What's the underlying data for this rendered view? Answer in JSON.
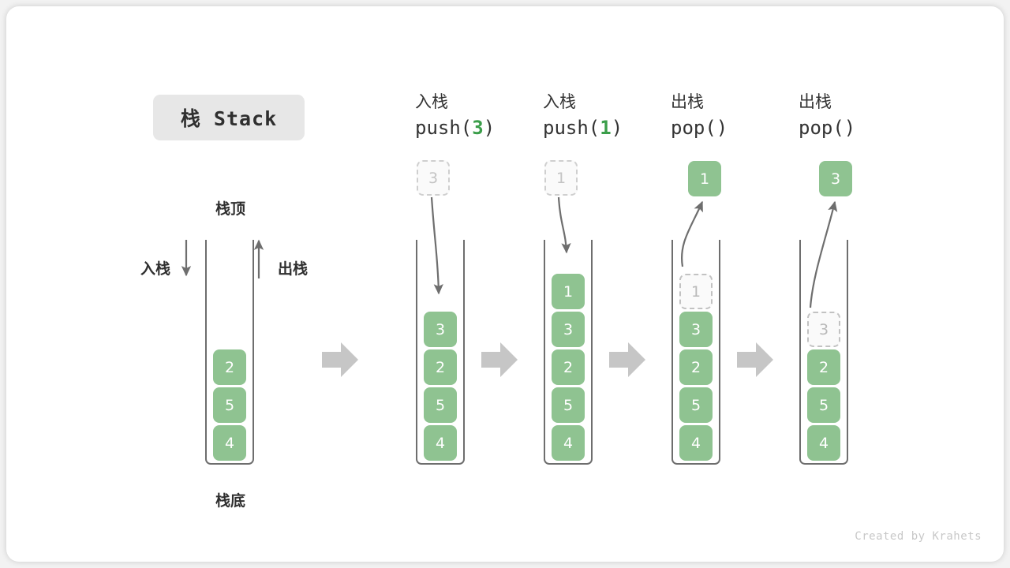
{
  "figure": {
    "title": "栈 Stack",
    "credit": "Created by Krahets",
    "colors": {
      "item_fill": "#8fc391",
      "item_text": "#ffffff",
      "ghost_fill": "#fafafa",
      "ghost_border": "#c2c2c2",
      "ghost_text": "#b9b9b9",
      "container_stroke": "#6e6e6e",
      "arrow_gray": "#c6c6c6",
      "accent_green": "#3b9e4a",
      "badge_bg": "#e7e7e7"
    }
  },
  "labels": {
    "top": "栈顶",
    "bottom": "栈底",
    "push_side": "入栈",
    "pop_side": "出栈"
  },
  "steps": [
    {
      "id": "initial",
      "op_label": "",
      "fn_prefix": "",
      "fn_arg": "",
      "fn_suffix": "",
      "items": [
        "2",
        "5",
        "4"
      ],
      "float": null
    },
    {
      "id": "push-3",
      "op_label": "入栈",
      "fn_prefix": "push(",
      "fn_arg": "3",
      "fn_suffix": ")",
      "items": [
        "3",
        "2",
        "5",
        "4"
      ],
      "float": {
        "value": "3",
        "style": "ghost",
        "direction": "down"
      }
    },
    {
      "id": "push-1",
      "op_label": "入栈",
      "fn_prefix": "push(",
      "fn_arg": "1",
      "fn_suffix": ")",
      "items": [
        "1",
        "3",
        "2",
        "5",
        "4"
      ],
      "float": {
        "value": "1",
        "style": "ghost",
        "direction": "down"
      }
    },
    {
      "id": "pop-1",
      "op_label": "出栈",
      "fn_prefix": "pop(",
      "fn_arg": "",
      "fn_suffix": ")",
      "items": [
        "1",
        "3",
        "2",
        "5",
        "4"
      ],
      "ghost_index": 0,
      "float": {
        "value": "1",
        "style": "filled",
        "direction": "up"
      }
    },
    {
      "id": "pop-3",
      "op_label": "出栈",
      "fn_prefix": "pop(",
      "fn_arg": "",
      "fn_suffix": ")",
      "items": [
        "3",
        "2",
        "5",
        "4"
      ],
      "ghost_index": 0,
      "float": {
        "value": "3",
        "style": "filled",
        "direction": "up"
      }
    }
  ],
  "cells": {
    "s0": [
      "2",
      "5",
      "4"
    ],
    "s1": [
      "3",
      "2",
      "5",
      "4"
    ],
    "s2": [
      "1",
      "3",
      "2",
      "5",
      "4"
    ],
    "s3": [
      "1",
      "3",
      "2",
      "5",
      "4"
    ],
    "s4": [
      "3",
      "2",
      "5",
      "4"
    ]
  },
  "floats": {
    "f1": "3",
    "f2": "1",
    "f3": "1",
    "f4": "3"
  },
  "headers": {
    "h1": {
      "op": "入栈",
      "pre": "push(",
      "arg": "3",
      "post": ")"
    },
    "h2": {
      "op": "入栈",
      "pre": "push(",
      "arg": "1",
      "post": ")"
    },
    "h3": {
      "op": "出栈",
      "pre": "pop(",
      "arg": "",
      "post": ")"
    },
    "h4": {
      "op": "出栈",
      "pre": "pop(",
      "arg": "",
      "post": ")"
    }
  }
}
